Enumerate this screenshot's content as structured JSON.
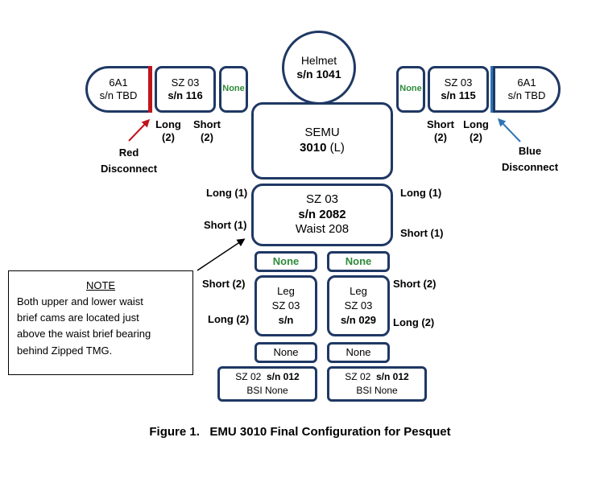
{
  "helmet": {
    "line1": "Helmet",
    "line2": "s/n 1041"
  },
  "left_arm": {
    "glove": {
      "line1": "6A1",
      "line2": "s/n TBD"
    },
    "sz": {
      "line1": "SZ 03",
      "line2": "s/n 116"
    },
    "none": "None",
    "long_label": "Long",
    "long_count": "(2)",
    "short_label": "Short",
    "short_count": "(2)",
    "disconnect": [
      "Red",
      "Disconnect"
    ]
  },
  "right_arm": {
    "glove": {
      "line1": "6A1",
      "line2": "s/n TBD"
    },
    "sz": {
      "line1": "SZ 03",
      "line2": "s/n 115"
    },
    "none": "None",
    "long_label": "Long",
    "long_count": "(2)",
    "short_label": "Short",
    "short_count": "(2)",
    "disconnect": [
      "Blue",
      "Disconnect"
    ]
  },
  "semu": {
    "line1": "SEMU",
    "number": "3010",
    "suffix": "(L)"
  },
  "waist": {
    "line1": "SZ 03",
    "line2": "s/n 2082",
    "line3": "Waist 208",
    "left_long": "Long (1)",
    "left_short": "Short (1)",
    "right_long": "Long (1)",
    "right_short": "Short (1)"
  },
  "left_leg": {
    "top_none": "None",
    "line1": "Leg",
    "line2": "SZ 03",
    "line3": "s/n",
    "short": "Short (2)",
    "long": "Long (2)",
    "bottom_none": "None",
    "boot_sz": "SZ 02",
    "boot_sn": "s/n 012",
    "boot_bsi": "BSI None"
  },
  "right_leg": {
    "top_none": "None",
    "line1": "Leg",
    "line2": "SZ 03",
    "line3": "s/n 029",
    "short": "Short (2)",
    "long": "Long (2)",
    "bottom_none": "None",
    "boot_sz": "SZ 02",
    "boot_sn": "s/n 012",
    "boot_bsi": "BSI None"
  },
  "note": {
    "title": "NOTE",
    "lines": [
      "Both upper and lower waist",
      "brief cams are located just",
      "above the waist brief bearing",
      "behind Zipped TMG."
    ]
  },
  "caption": "Figure 1.   EMU 3010 Final Configuration for Pesquet",
  "colors": {
    "outline": "#1f3864",
    "red": "#c0141c",
    "blue": "#2e74b5",
    "green": "#2e8b3a"
  }
}
